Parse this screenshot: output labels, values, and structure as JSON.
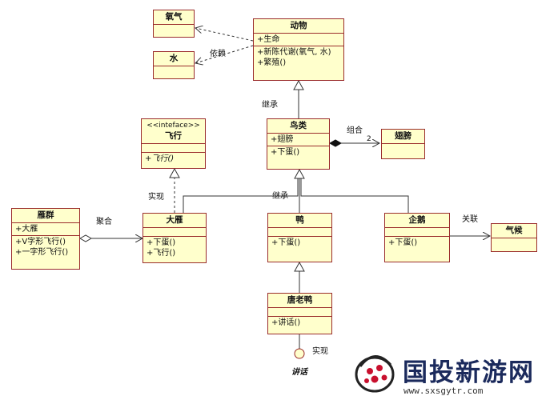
{
  "classes": {
    "animal": {
      "name": "动物",
      "attributes": [
        "+生命"
      ],
      "methods": [
        "+新陈代谢(氧气, 水)",
        "+繁殖()"
      ]
    },
    "oxygen": {
      "name": "氧气"
    },
    "water": {
      "name": "水"
    },
    "bird": {
      "name": "鸟类",
      "attributes": [
        "+翅膀"
      ],
      "methods": [
        "+下蛋()"
      ]
    },
    "wing": {
      "name": "翅膀"
    },
    "fly": {
      "stereotype": "<<inteface>>",
      "name": "飞行",
      "methods": [
        "+飞行()"
      ]
    },
    "goose_flock": {
      "name": "雁群",
      "attributes": [
        "+大雁"
      ],
      "methods": [
        "+V字形飞行()",
        "+一字形飞行()"
      ]
    },
    "goose": {
      "name": "大雁",
      "methods": [
        "+下蛋()",
        "+飞行()"
      ]
    },
    "duck": {
      "name": "鸭",
      "methods": [
        "+下蛋()"
      ]
    },
    "penguin": {
      "name": "企鹅",
      "methods": [
        "+下蛋()"
      ]
    },
    "climate": {
      "name": "气候"
    },
    "donald": {
      "name": "唐老鸭",
      "methods": [
        "+讲话()"
      ]
    }
  },
  "labels": {
    "dependency": "依赖",
    "inherit_top": "继承",
    "composition": "组合",
    "composition_mult": "2",
    "inherit_mid": "继承",
    "realize_fly": "实现",
    "aggregation": "聚合",
    "association": "关联",
    "realize_speak": "实现",
    "speak_interface": "讲话"
  },
  "watermark": {
    "text": "国投新游网",
    "url": "www.sxsgytr.com"
  },
  "colors": {
    "box_fill": "#ffffcc",
    "box_border": "#9a2b2b",
    "line": "#333333"
  }
}
